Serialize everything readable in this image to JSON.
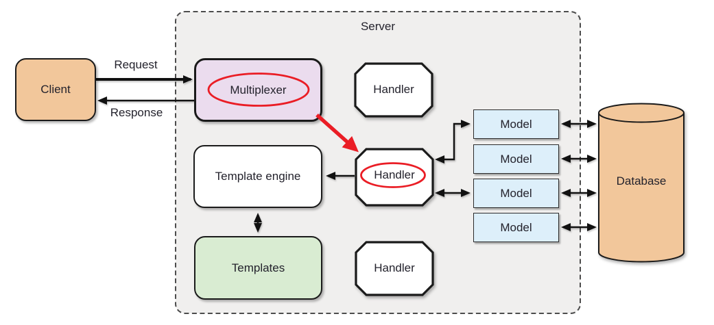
{
  "diagram": {
    "server_label": "Server",
    "client": "Client",
    "multiplexer": "Multiplexer",
    "handlers": [
      "Handler",
      "Handler",
      "Handler"
    ],
    "template_engine": "Template engine",
    "templates": "Templates",
    "models": [
      "Model",
      "Model",
      "Model",
      "Model"
    ],
    "database": "Database",
    "request": "Request",
    "response": "Response",
    "annotations": {
      "circled": [
        "Multiplexer",
        "Handler"
      ],
      "highlight_arrow": "Multiplexer to Handler"
    },
    "colors": {
      "client_fill": "#f2c79b",
      "database_fill": "#f2c79b",
      "multiplexer_fill": "#ebdcee",
      "templates_fill": "#d9ecd2",
      "model_fill": "#ddeffa",
      "handler_fill": "#ffffff",
      "server_fill": "#f0efee",
      "highlight_red": "#ea1d25",
      "line_black": "#111111"
    }
  }
}
